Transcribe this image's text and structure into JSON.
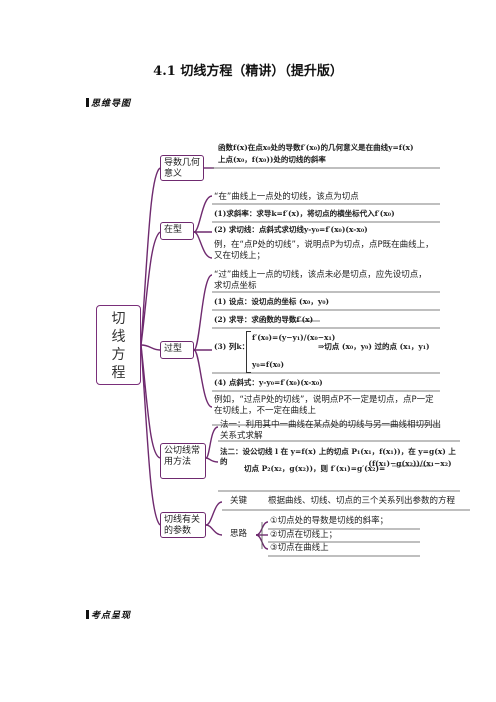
{
  "page": {
    "title": "4.1  切线方程（精讲）（提升版）",
    "section_mindmap": "思维导图",
    "section_points": "考点呈现"
  },
  "mindmap": {
    "root": "切线方程",
    "meaning": {
      "label": "导数几何意义",
      "line1": "函数f(x)在点x₀处的导数f′(x₀)的几何意义是在曲线y=f(x)",
      "line2": "上点(x₀，f(x₀))处的切线的斜率"
    },
    "at": {
      "label": "在型",
      "intro": "“在”曲线上一点处的切线，该点为切点",
      "step1": "(1)求斜率：求导k=f′(x)，将切点的横坐标代入f′(x₀)",
      "step2": "(2) 求切线：点斜式求切线y-y₀=f′(x₀)(x-x₀)",
      "example": "例，在“点P处的切线”，说明点P为切点，点P既在曲线上，又在切线上；"
    },
    "through": {
      "label": "过型",
      "intro": "“过”曲线上一点的切线，该点未必是切点，应先设切点，求切点坐标",
      "step1": "(1) 设点：设切点的坐标 (x₀，y₀)",
      "step2": "(2) 求导：求函数的导数f′(x)",
      "step3_label": "(3) 列k：",
      "step3_a": "f′(x₀)=(y−y₁)/(x₀−x₁)",
      "step3_b": "⇒切点 (x₀，y₀) 过的点 (x₁，y₁)",
      "step3_c": "y₀=f(x₀)",
      "step4": "(4) 点斜式：y-y₀=f′(x₀)(x-x₀)",
      "example": "例如，“过点P处的切线”，说明点P不一定是切点，点P一定在切线上，不一定在曲线上"
    },
    "common": {
      "label": "公切线常用方法",
      "method1": "法一：利用其中一曲线在某点处的切线与另一曲线相切列出关系式求解",
      "method2_a": "法二：设公切线 l 在 y=f(x) 上的切点 P₁(x₁，f(x₁))，在 y=g(x) 上的",
      "method2_b": "切点 P₂(x₂，g(x₂))，则 f′(x₁)=g′(x₂)=",
      "method2_c": "(f(x₁)−g(x₂))/(x₁−x₂)"
    },
    "params": {
      "label": "切线有关的参数",
      "key_label": "关键",
      "key_text": "根据曲线、切线、切点的三个关系列出参数的方程",
      "idea_label": "思路",
      "idea1": "①切点处的导数是切线的斜率；",
      "idea2": "②切点在切线上；",
      "idea3": "③切点在曲线上"
    }
  }
}
